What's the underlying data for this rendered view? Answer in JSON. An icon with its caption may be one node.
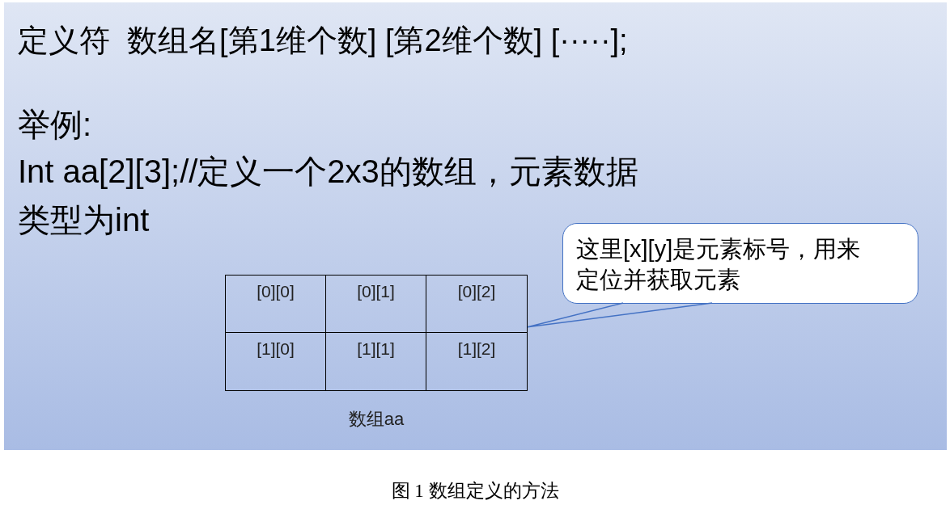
{
  "diagram": {
    "caption": "图 1 数组定义的方法",
    "nodes": [
      {
        "text": [
          "这里[x][y]是元素标号，用来定位并获取元素"
        ]
      },
      {
        "text": [],
        "shape": "box",
        "beside": [
          "数组aa"
        ]
      },
      {
        "text": [
          "[0][0]"
        ],
        "in": 1
      },
      {
        "text": [
          "[0][1]"
        ],
        "in": 1
      },
      {
        "text": [
          "[0][2]"
        ],
        "in": 1
      },
      {
        "text": [
          "[1][0]"
        ],
        "in": 1
      },
      {
        "text": [
          "[1][1]"
        ],
        "in": 1
      },
      {
        "text": [
          "[1][2]"
        ],
        "in": 1
      }
    ],
    "edges": [
      {
        "from": 0,
        "to": 1,
        "arrow": "none"
      }
    ],
    "labels": [
      "定义符  数组名[第1维个数] [第2维个数] [·····];",
      "举例:",
      "Int aa[2][3];//定义一个2x3的数组，元素数据类型为int"
    ]
  }
}
